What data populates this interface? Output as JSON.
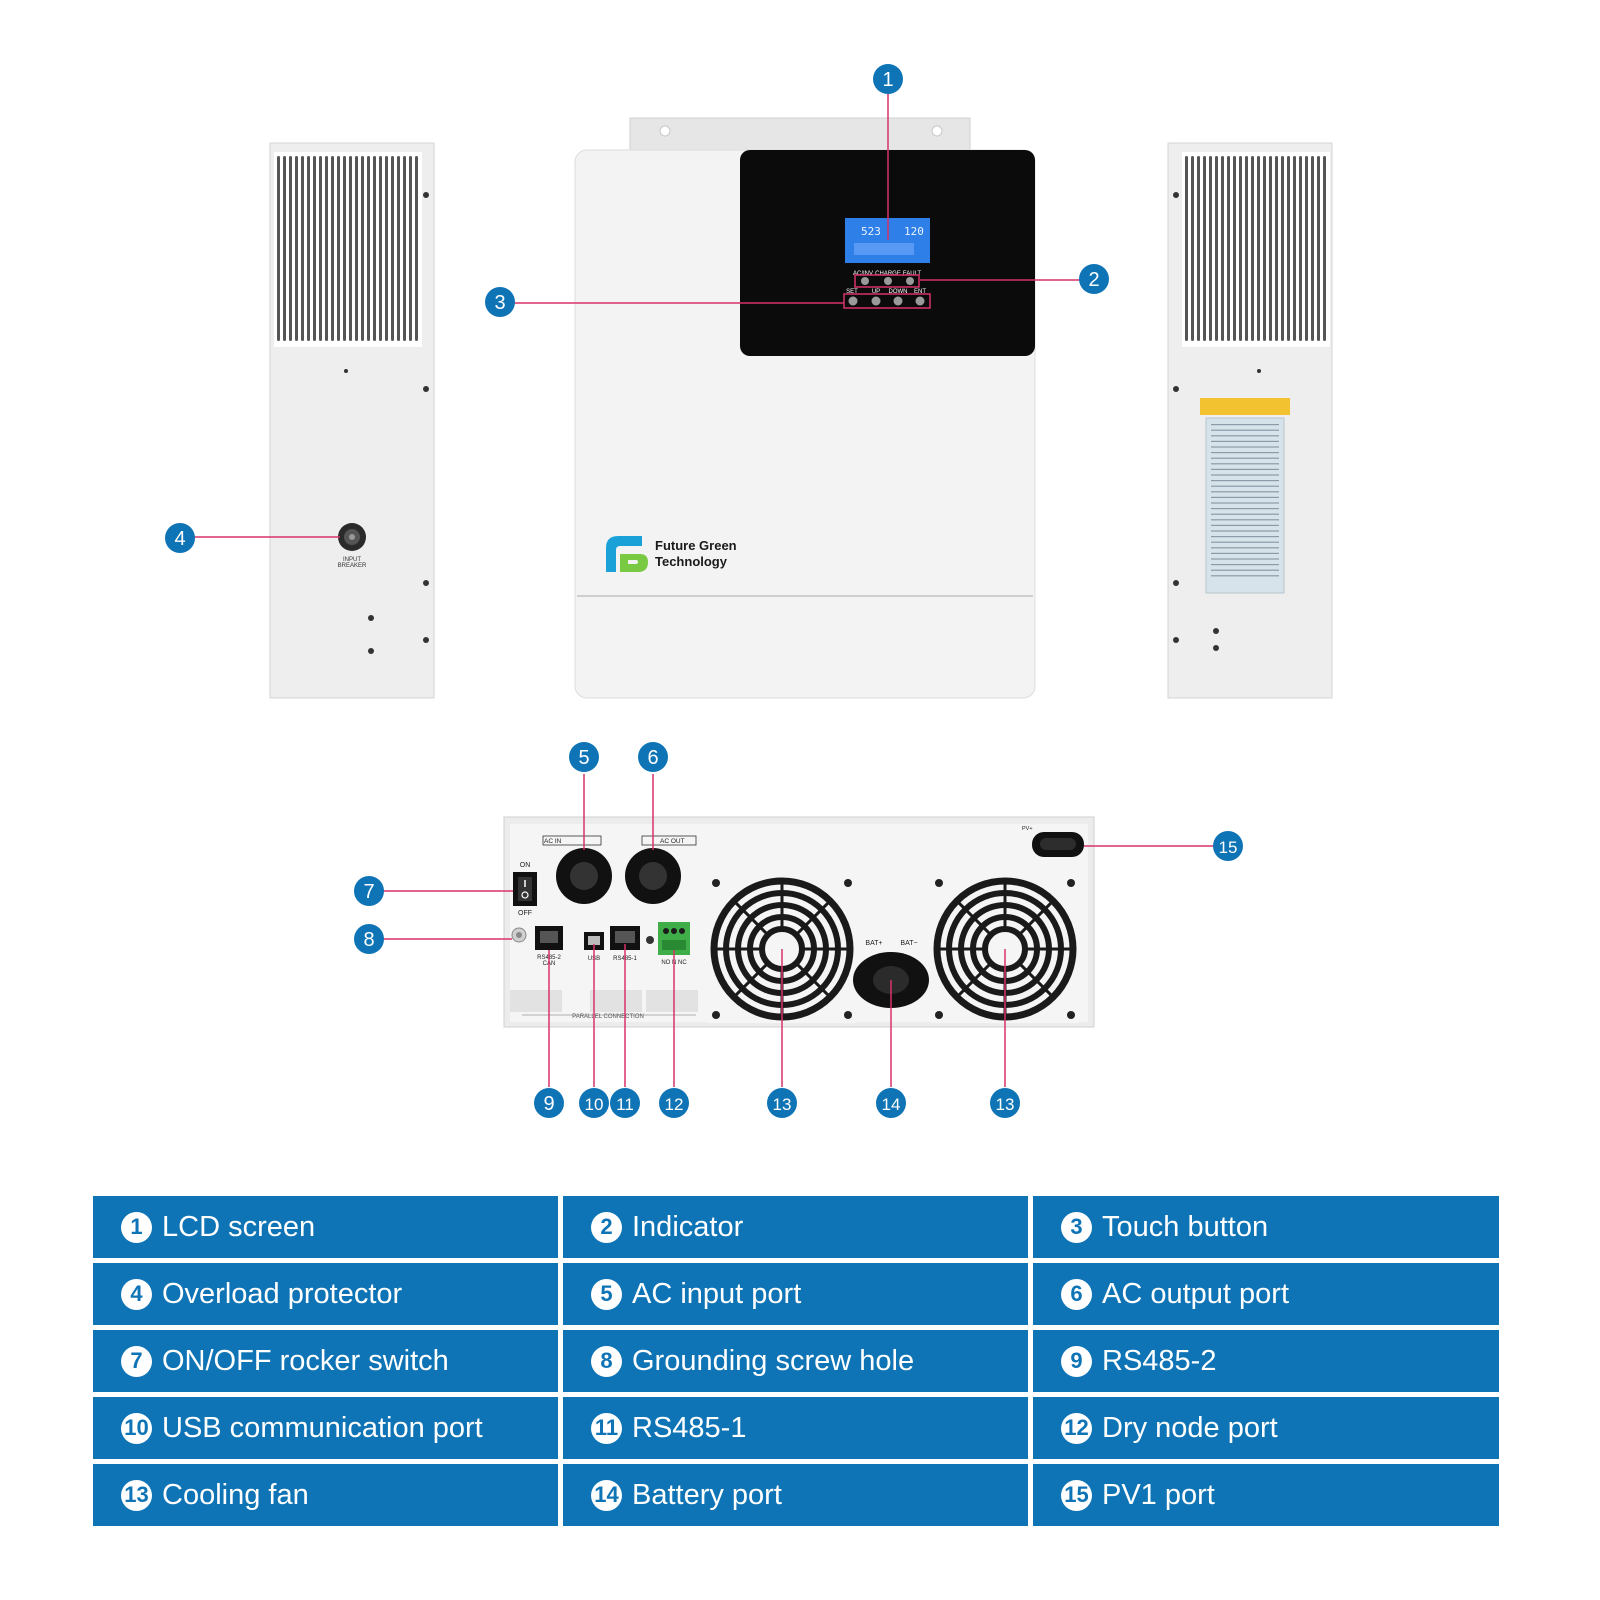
{
  "colors": {
    "accent": "#0f74b5",
    "leader": "#d6336c",
    "panel": "#efefef",
    "screen": "#0b0b0b",
    "lcd": "#2f7fe8"
  },
  "front_panel": {
    "brand_line1": "Future Green",
    "brand_line2": "Technology",
    "lcd_left": "523",
    "lcd_right": "120",
    "indicator_labels": [
      "AC/INV",
      "CHARGE",
      "FAULT"
    ],
    "button_labels": [
      "SET",
      "UP",
      "DOWN",
      "ENT"
    ]
  },
  "side_left": {
    "breaker_label_1": "INPUT",
    "breaker_label_2": "BREAKER"
  },
  "rear_panel": {
    "ac_in_label": "AC IN",
    "ac_out_label": "AC OUT",
    "on_label": "ON",
    "off_label": "OFF",
    "rs485_2_label": "RS485-2",
    "can_label": "CAN",
    "usb_label": "USB",
    "rs485_1_label": "RS485-1",
    "dry_labels": "NO N NC",
    "bat_plus": "BAT+",
    "bat_minus": "BAT−",
    "parallel_label": "PARALLEL CONNECTION",
    "pv_label": "PV+"
  },
  "callouts": [
    "1",
    "2",
    "3",
    "4",
    "5",
    "6",
    "7",
    "8",
    "9",
    "10",
    "11",
    "12",
    "13",
    "14",
    "13",
    "15"
  ],
  "legend": [
    {
      "num": "1",
      "label": "LCD screen"
    },
    {
      "num": "2",
      "label": "Indicator"
    },
    {
      "num": "3",
      "label": "Touch button"
    },
    {
      "num": "4",
      "label": "Overload protector"
    },
    {
      "num": "5",
      "label": "AC input port"
    },
    {
      "num": "6",
      "label": "AC output port"
    },
    {
      "num": "7",
      "label": "ON/OFF rocker switch"
    },
    {
      "num": "8",
      "label": "Grounding screw hole"
    },
    {
      "num": "9",
      "label": "RS485-2"
    },
    {
      "num": "10",
      "label": "USB communication port"
    },
    {
      "num": "11",
      "label": "RS485-1"
    },
    {
      "num": "12",
      "label": "Dry node port"
    },
    {
      "num": "13",
      "label": "Cooling fan"
    },
    {
      "num": "14",
      "label": "Battery port"
    },
    {
      "num": "15",
      "label": "PV1 port"
    }
  ]
}
